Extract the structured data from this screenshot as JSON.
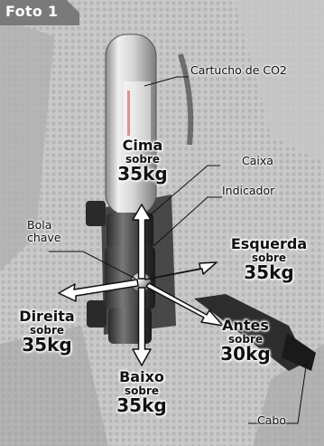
{
  "photo_title": "Foto 1",
  "colors": {
    "title_bg": "#7a7a7a",
    "arrow": "#ffffff",
    "arrow_outline": "#111111"
  },
  "callouts": {
    "cartridge": "Cartucho de CO2",
    "case": "Caixa",
    "indicator": "Indicador",
    "ball_line1": "Bola",
    "ball_line2": "chave",
    "cable": "Cabo"
  },
  "directions": {
    "up": {
      "name": "Cima",
      "sobre": "sobre",
      "value": "35kg"
    },
    "right": {
      "name": "Esquerda",
      "sobre": "sobre",
      "value": "35kg"
    },
    "left": {
      "name": "Direita",
      "sobre": "sobre",
      "value": "35kg"
    },
    "forward": {
      "name": "Antes",
      "sobre": "sobre",
      "value": "30kg"
    },
    "down": {
      "name": "Baixo",
      "sobre": "sobre",
      "value": "35kg"
    }
  }
}
